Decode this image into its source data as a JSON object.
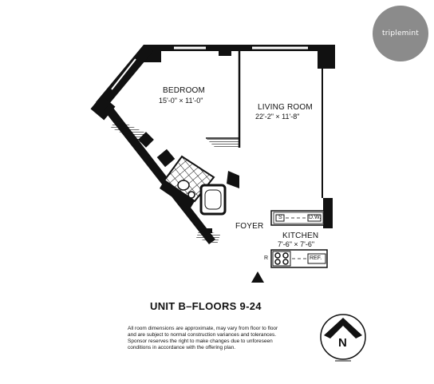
{
  "logo": {
    "text": "triplemint"
  },
  "rooms": {
    "bedroom": {
      "name": "BEDROOM",
      "dims": "15'-0\" × 11'-0\""
    },
    "living_room": {
      "name": "LIVING ROOM",
      "dims": "22'-2\" × 11'-8\""
    },
    "foyer": {
      "name": "FOYER"
    },
    "kitchen": {
      "name": "KITCHEN",
      "dims": "7'-6\" × 7'-6\""
    }
  },
  "appliances": {
    "sink": "S",
    "dishwasher": "D.W.",
    "range": "R",
    "refrigerator": "REF."
  },
  "unit_title": "UNIT B–FLOORS 9-24",
  "disclaimer": [
    "All room dimensions are approximate, may vary from floor to floor",
    "and are subject to normal construction variances and tolerances.",
    "Sponsor reserves the right to make changes due to unforeseen",
    "conditions in accordance with the offering plan."
  ],
  "north_label": "N",
  "colors": {
    "wall": "#111111",
    "logo_bg": "#8b8b8b",
    "background": "#ffffff"
  }
}
